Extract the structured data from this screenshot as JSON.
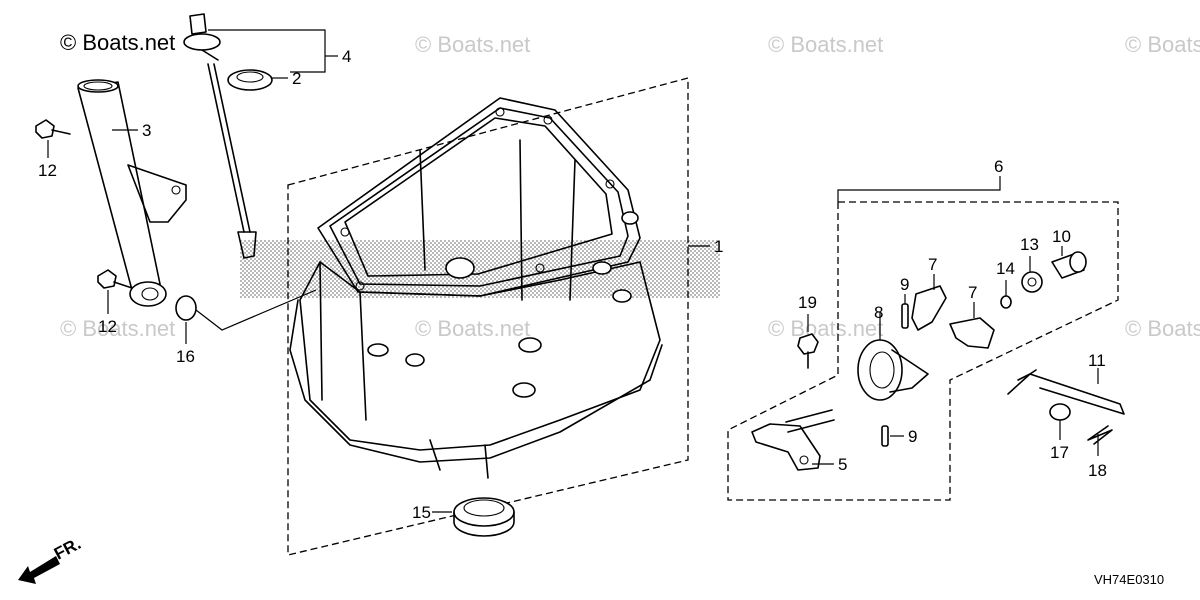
{
  "watermark": {
    "text": "© Boats.net"
  },
  "part_labels": [
    "1",
    "2",
    "3",
    "4",
    "5",
    "6",
    "7",
    "7",
    "8",
    "9",
    "9",
    "10",
    "11",
    "12",
    "12",
    "13",
    "14",
    "15",
    "16",
    "17",
    "18",
    "19"
  ],
  "direction_label": "FR.",
  "diagram_code": "VH74E0310"
}
